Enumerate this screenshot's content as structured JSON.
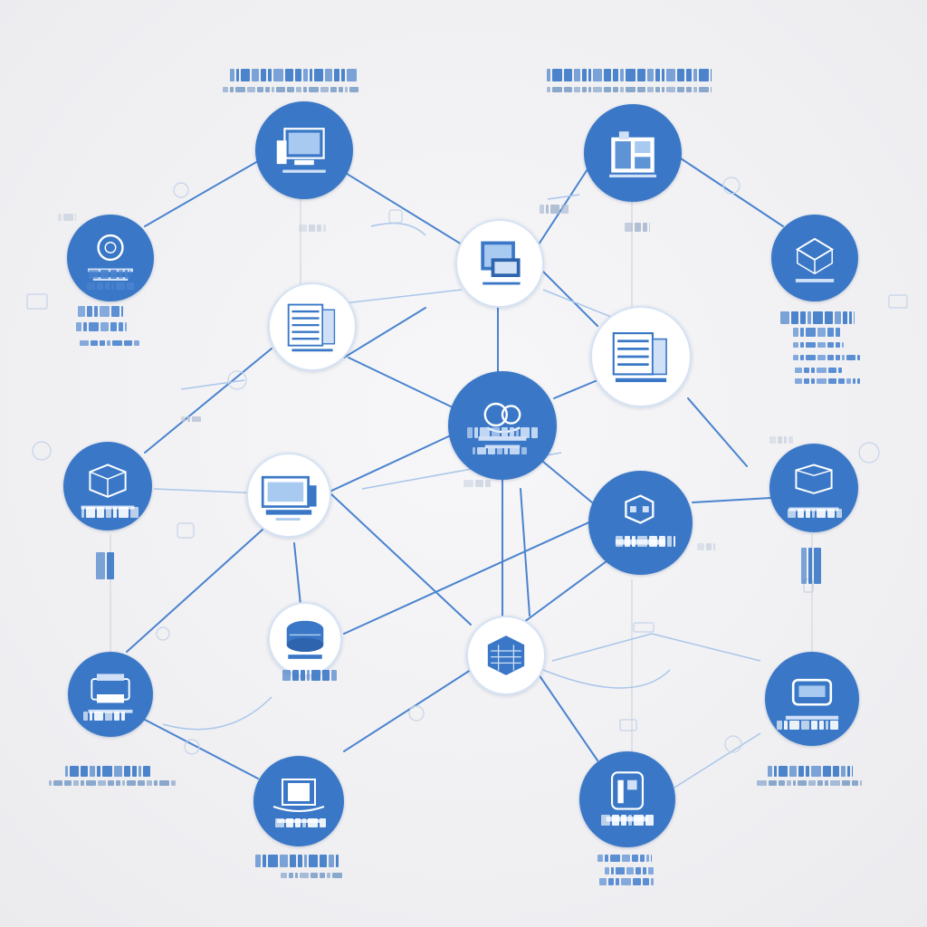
{
  "diagram": {
    "accent_color": "#3a78c7",
    "line_color": "#4a83cf",
    "light_line_color": "#a9c6ea",
    "background": "#f1f1f3",
    "nodes": [
      {
        "id": "n-top-left",
        "style": "blue",
        "icon": "computer-icon"
      },
      {
        "id": "n-top-right",
        "style": "blue",
        "icon": "server-rack-icon"
      },
      {
        "id": "n-left-upper",
        "style": "blue",
        "icon": "circle-target-icon"
      },
      {
        "id": "n-right-upper",
        "style": "blue",
        "icon": "network-cube-icon"
      },
      {
        "id": "n-mid-upper",
        "style": "white",
        "icon": "monitor-icon"
      },
      {
        "id": "n-mid-left",
        "style": "white",
        "icon": "document-monitor-icon"
      },
      {
        "id": "n-mid-right",
        "style": "white",
        "icon": "document-monitor-icon"
      },
      {
        "id": "n-center",
        "style": "blue",
        "icon": "cloud-network-icon"
      },
      {
        "id": "n-left-mid",
        "style": "blue",
        "icon": "box-icon"
      },
      {
        "id": "n-mid-laptop",
        "style": "white",
        "icon": "laptop-icon"
      },
      {
        "id": "n-center-right",
        "style": "blue",
        "icon": "cube-cluster-icon"
      },
      {
        "id": "n-right-mid",
        "style": "blue",
        "icon": "box-icon"
      },
      {
        "id": "n-low-left-white",
        "style": "white",
        "icon": "database-icon"
      },
      {
        "id": "n-low-center-white",
        "style": "white",
        "icon": "server-block-icon"
      },
      {
        "id": "n-left-low",
        "style": "blue",
        "icon": "printer-icon"
      },
      {
        "id": "n-right-low",
        "style": "blue",
        "icon": "storage-icon"
      },
      {
        "id": "n-bottom-left",
        "style": "blue",
        "icon": "scanner-icon"
      },
      {
        "id": "n-bottom-right",
        "style": "blue",
        "icon": "device-icon"
      }
    ]
  }
}
